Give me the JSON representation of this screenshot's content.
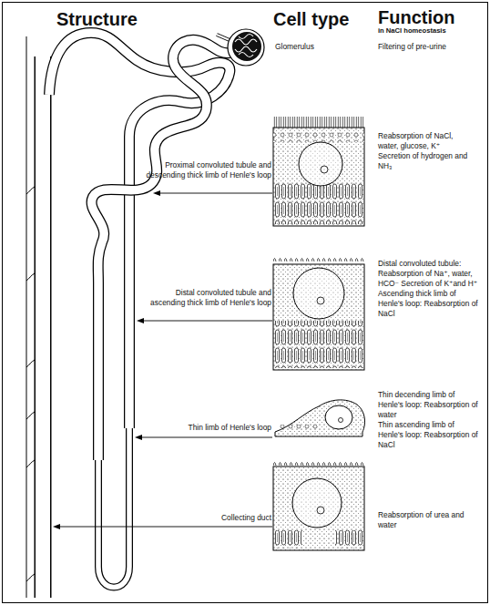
{
  "diagram": {
    "labels": [
      "Structure",
      "Cell type",
      "Function",
      "in NaCl homeostasis",
      "Glomerulus",
      "Filtering of pre-urine",
      "Proximal convoluted tubule and descending thick limb of Henle's loop",
      "Reabsorption of NaCl, water, glucose, K⁺ Secretion of hydrogen and NH₃",
      "Distal convoluted tubule and ascending thick limb of Henle's loop",
      "Distal convoluted tubule: Reabsorption of Na⁺, water, HCO⁻ Secretion of K⁺and H⁺",
      "Ascending thick limb of Henle's loop: Reabsorption of NaCl",
      "Thin limb of Henle's loop",
      "Thin decending limb of Henle's loop: Reabsorption of water",
      "Thin ascending limb of Henle's loop: Reabsorption of NaCl",
      "Collecting duct",
      "Reabsorption of urea and water"
    ]
  }
}
